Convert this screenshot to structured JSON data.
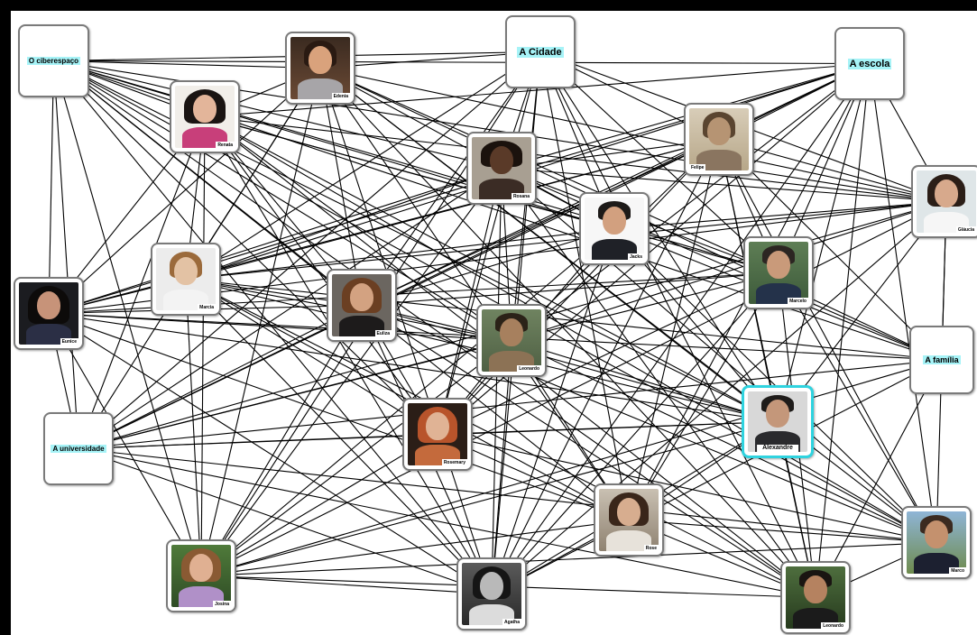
{
  "topics": {
    "ciberespaco": "O ciberespaço",
    "cidade": "A Cidade",
    "escola": "A escola",
    "familia": "A família",
    "universidade": "A universidade"
  },
  "people": {
    "edenia": "Edenia",
    "renata": "Renata",
    "rosana": "Rosana",
    "felipe": "Felipe",
    "glaucia": "Gláucia",
    "jackson": "Jacks",
    "marcelo": "Marcelo",
    "marcia": "Marcia",
    "eunice": "Eunice",
    "euliza": "Euliza",
    "leonardo1": "Leonardo",
    "alexandre": "Alexandre",
    "rosemary": "Rosemary",
    "rose": "Rose",
    "marco": "Marco",
    "josina": "Josina",
    "agatha": "Agatha",
    "leonardo2": "Leonardo"
  },
  "colors": {
    "label_highlight": "#a6f3f7",
    "selected_border": "#2fd3df",
    "edge": "#000000",
    "background": "#ffffff",
    "frame": "#000000"
  },
  "selected_node": "alexandre"
}
